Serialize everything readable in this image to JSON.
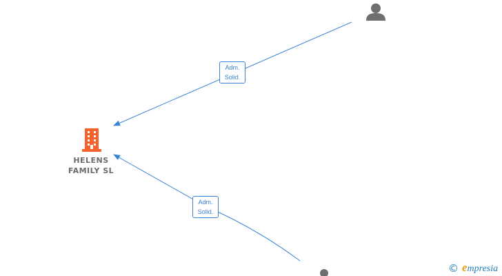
{
  "company": {
    "name_line1": "HELENS",
    "name_line2": "FAMILY SL",
    "icon": "building-icon",
    "color": "#f4632b"
  },
  "persons": [
    {
      "icon": "person-icon",
      "color": "#6f6f6f"
    },
    {
      "icon": "person-icon",
      "color": "#6f6f6f"
    }
  ],
  "relations": [
    {
      "line1": "Adm.",
      "line2": "Solid."
    },
    {
      "line1": "Adm.",
      "line2": "Solid."
    }
  ],
  "edge_color": "#3a82d6",
  "watermark": {
    "symbol": "©",
    "brand_initial": "e",
    "brand_rest": "mpresia",
    "brand_color": "#1f7fb8",
    "accent_color": "#f39c12"
  }
}
